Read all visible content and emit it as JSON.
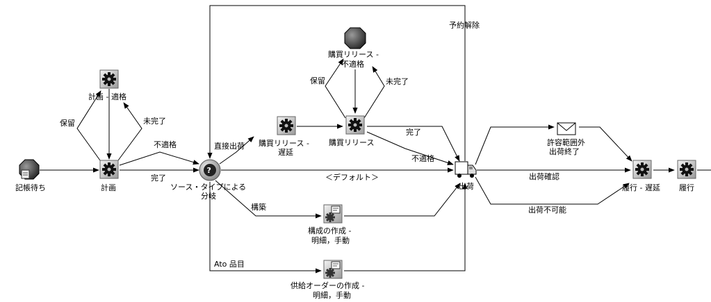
{
  "nodes": {
    "entered": "記帳待ち",
    "schedule": "計画",
    "schedule_eligible": "計画 - 適格",
    "branch": [
      "ソース・タイプによる",
      "分岐"
    ],
    "purchase_release_deferred": [
      "購買リリース -",
      "遅延"
    ],
    "purchase_release": "購買リリース",
    "purchase_release_ineligible": [
      "購買リリース -",
      "不適格"
    ],
    "ship": "出荷",
    "notice": [
      "許容範囲外",
      "出荷終了"
    ],
    "fulfill_deferred": "履行 - 遅延",
    "fulfill": "履行",
    "create_config": [
      "構成の作成 -",
      "明細，手動"
    ],
    "create_supply": [
      "供給オーダーの作成 -",
      "明細，手動"
    ]
  },
  "edges": {
    "hold_1": "保留",
    "incomplete_1": "未完了",
    "ineligible_1": "不適格",
    "complete_1": "完了",
    "drop_ship": "直接出荷",
    "default": "＜デフォルト＞",
    "build": "構築",
    "ato_item": "Ato 品目",
    "unreserve": "予約解除",
    "hold_2": "保留",
    "incomplete_2": "未完了",
    "complete_2": "完了",
    "ineligible_2": "不適格",
    "ship_confirm": "出荷確認",
    "non_shippable": "出荷不可能"
  }
}
